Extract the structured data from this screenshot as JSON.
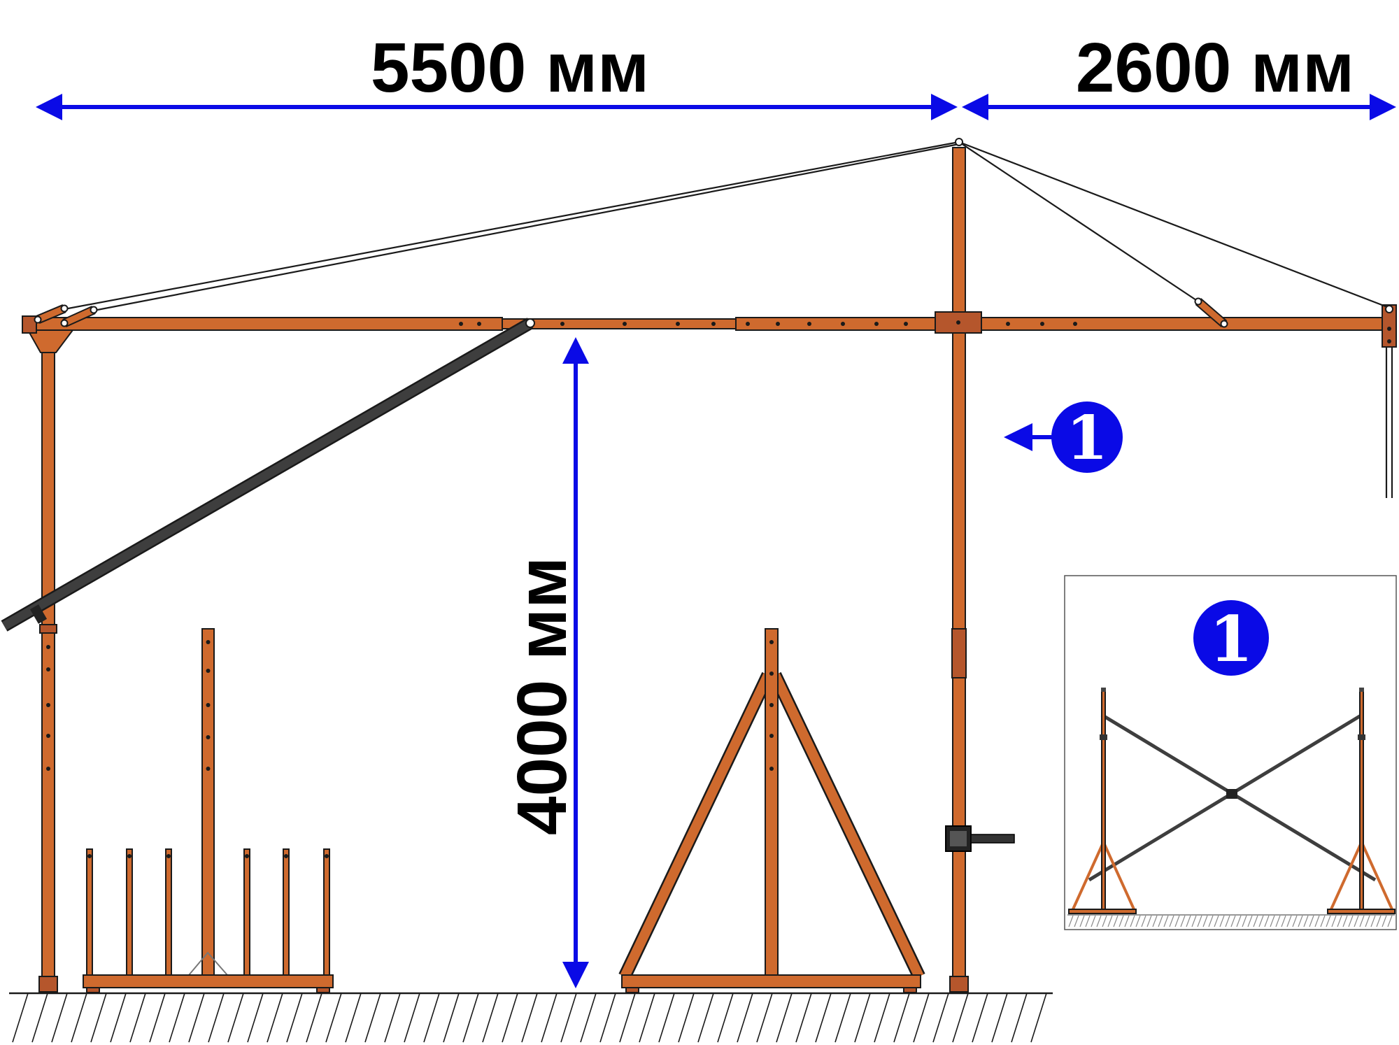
{
  "diagram": {
    "dimensions": {
      "main_span": "5500 мм",
      "overhang": "2600 мм",
      "height": "4000 мм"
    },
    "callouts": {
      "detail_marker": "1",
      "inset_marker": "1"
    }
  },
  "colors": {
    "steel": "#CF6A2E",
    "outline": "#1A1A1A",
    "dimension": "#0A0AE6",
    "strut": "#3E3E3E",
    "background": "#FFFFFF"
  }
}
